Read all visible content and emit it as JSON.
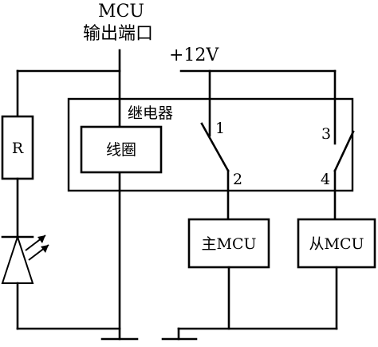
{
  "mcu_port": {
    "line1": "MCU",
    "line2": "输出端口"
  },
  "supply_label": "+12V",
  "relay_label": "继电器",
  "coil_label": "线圈",
  "resistor_label": "R",
  "main_mcu_label": "主MCU",
  "slave_mcu_label": "从MCU",
  "terminals": {
    "t1": "1",
    "t2": "2",
    "t3": "3",
    "t4": "4"
  }
}
